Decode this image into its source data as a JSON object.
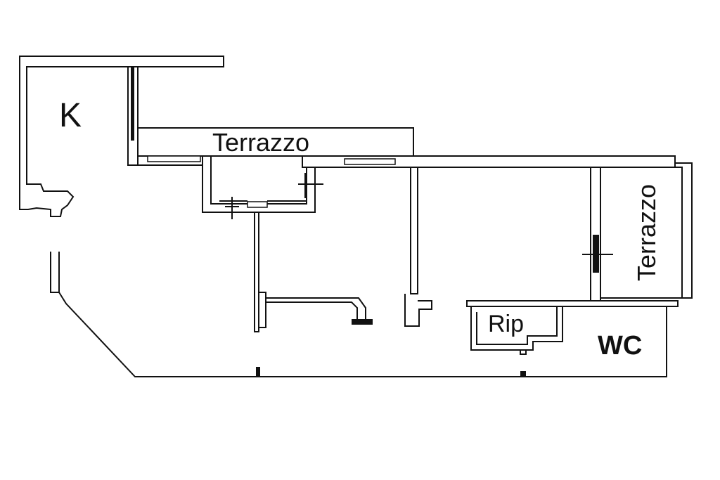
{
  "floor_plan": {
    "rooms": [
      {
        "id": "kitchen",
        "label": "K"
      },
      {
        "id": "terrace-top",
        "label": "Terrazzo"
      },
      {
        "id": "terrace-right",
        "label": "Terrazzo"
      },
      {
        "id": "storage",
        "label": "Rip"
      },
      {
        "id": "bathroom",
        "label": "WC"
      }
    ],
    "colors": {
      "wall": "#111111",
      "background": "#ffffff"
    }
  }
}
